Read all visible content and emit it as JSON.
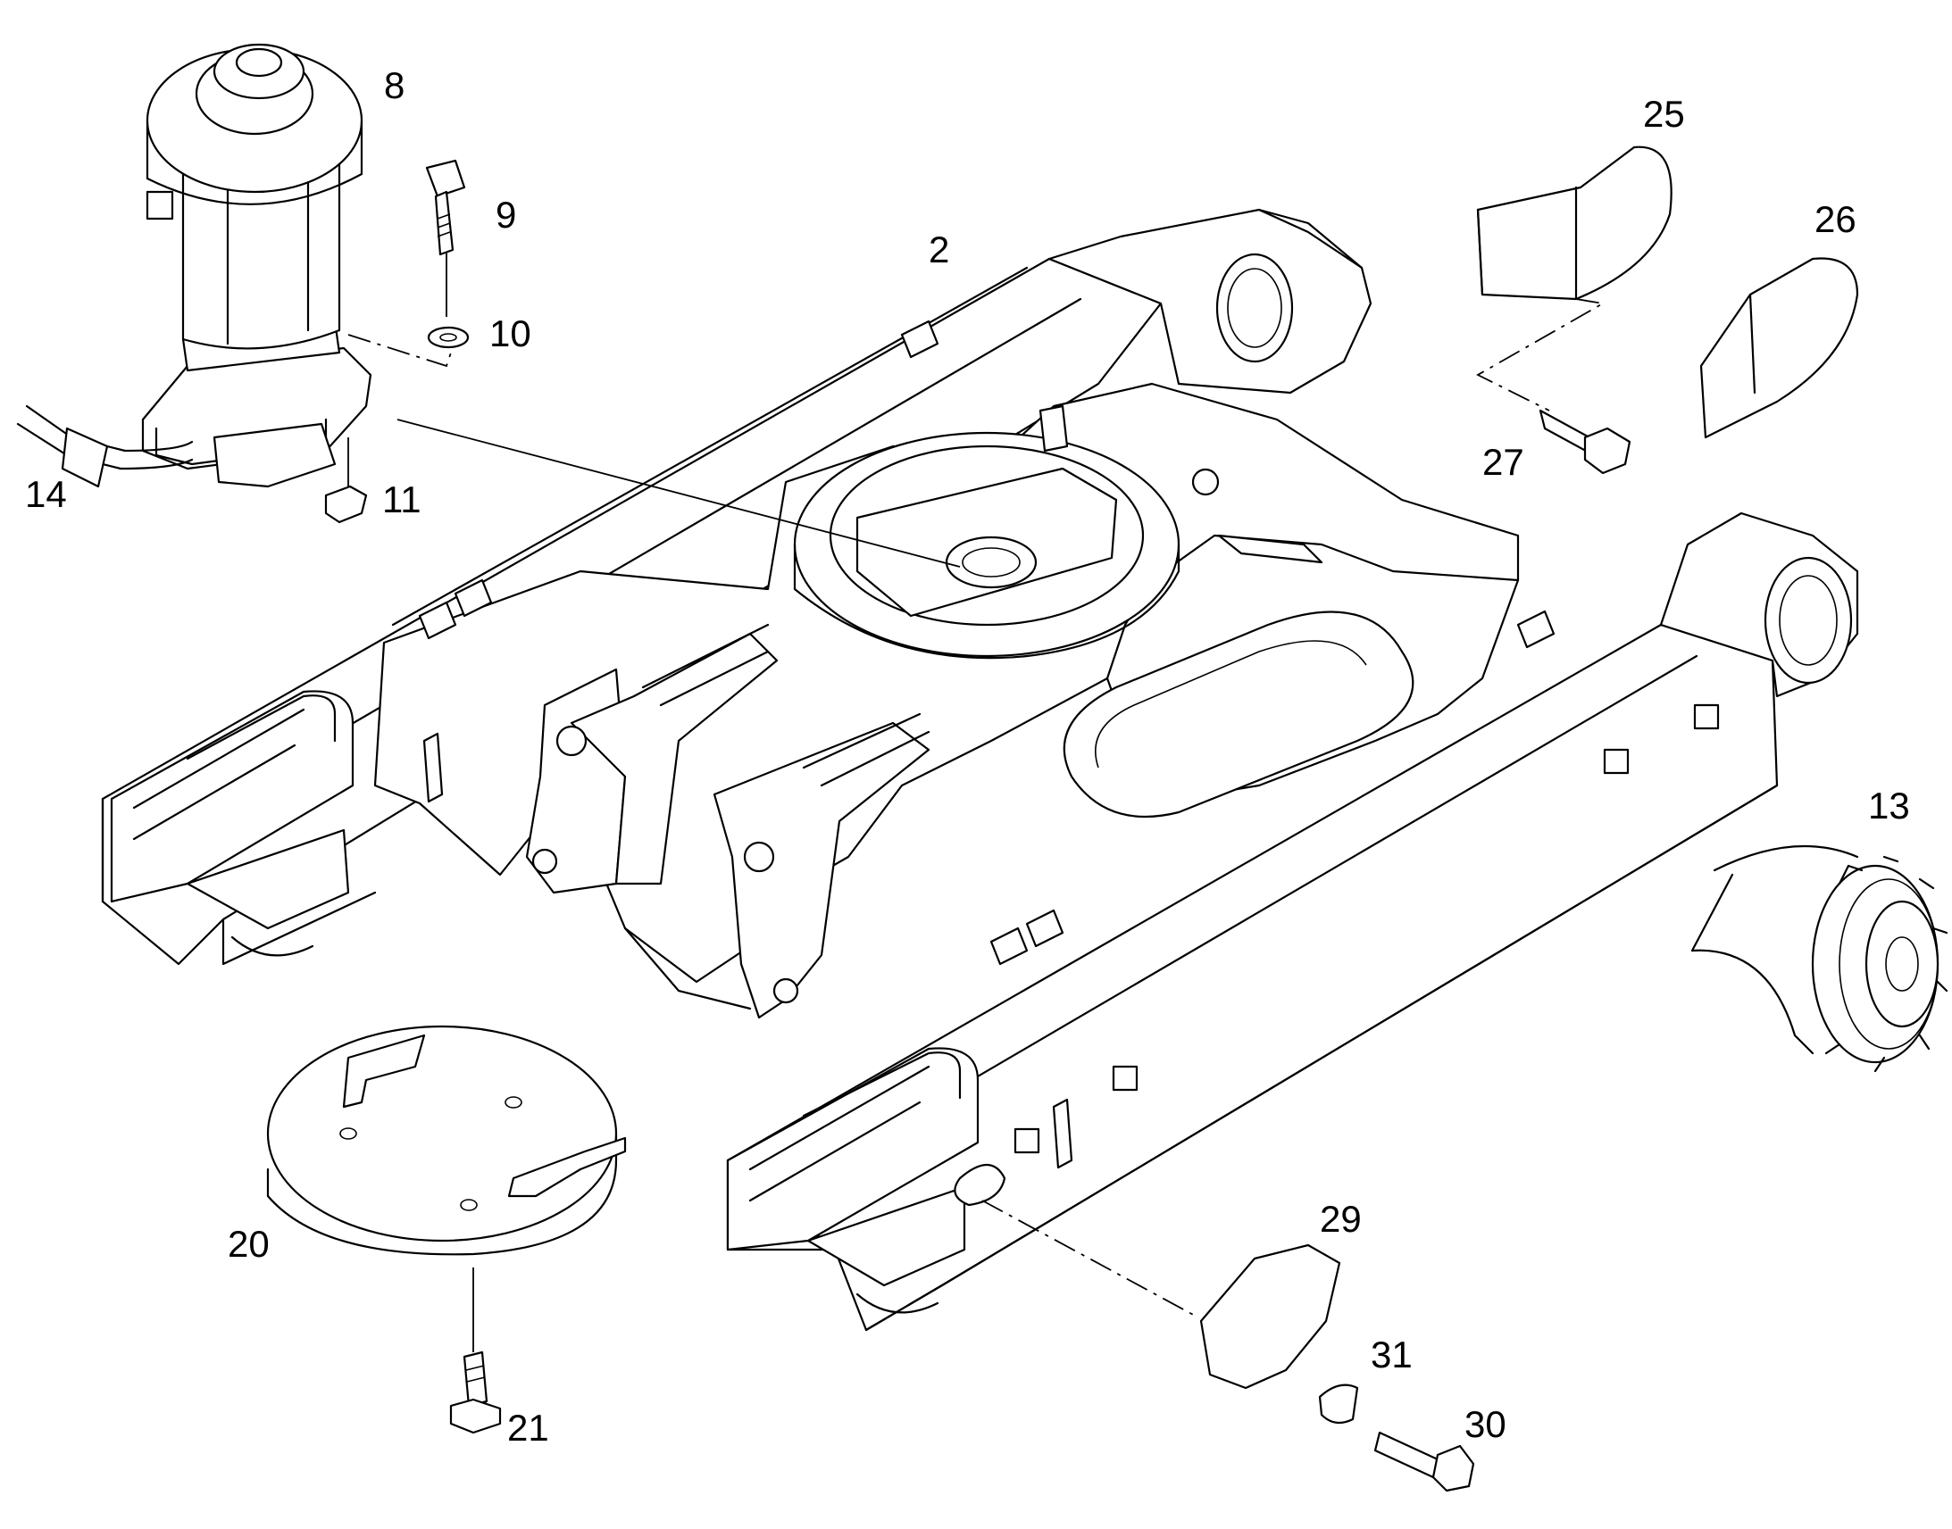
{
  "callouts": {
    "c2": "2",
    "c8": "8",
    "c9": "9",
    "c10": "10",
    "c11": "11",
    "c13": "13",
    "c14": "14",
    "c20": "20",
    "c21": "21",
    "c25": "25",
    "c26": "26",
    "c27": "27",
    "c29": "29",
    "c30": "30",
    "c31": "31"
  },
  "colors": {
    "line": "#000000",
    "background": "#ffffff"
  }
}
